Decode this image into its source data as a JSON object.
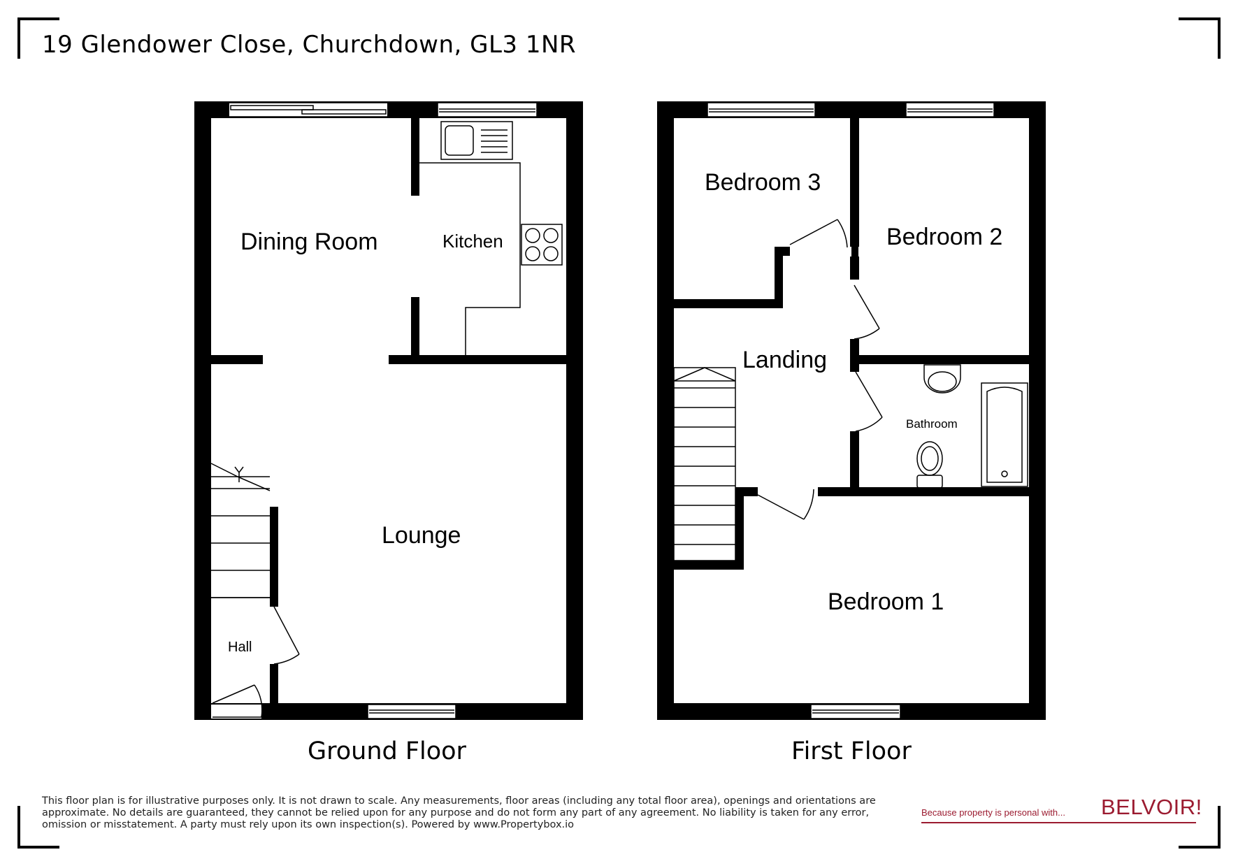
{
  "header": {
    "address": "19 Glendower Close, Churchdown, GL3 1NR"
  },
  "ground_floor": {
    "label": "Ground Floor",
    "rooms": {
      "dining": "Dining Room",
      "kitchen": "Kitchen",
      "lounge": "Lounge",
      "hall": "Hall"
    }
  },
  "first_floor": {
    "label": "First Floor",
    "rooms": {
      "bedroom3": "Bedroom 3",
      "bedroom2": "Bedroom 2",
      "landing": "Landing",
      "bathroom": "Bathroom",
      "bedroom1": "Bedroom 1"
    }
  },
  "footer": {
    "disclaimer": "This floor plan is for illustrative purposes only. It is not drawn to scale. Any measurements, floor areas (including any total floor area), openings and orientations are approximate. No details are guaranteed, they cannot be relied upon for any purpose and do not form any part of any agreement. No liability is taken for any error, omission or misstatement. A party must rely upon its own inspection(s). Powered by www.Propertybox.io",
    "brand_tagline": "Because property is personal with...",
    "brand_name": "BELVOIR!"
  },
  "colors": {
    "brand": "#9b1b30",
    "walls": "#000000"
  }
}
